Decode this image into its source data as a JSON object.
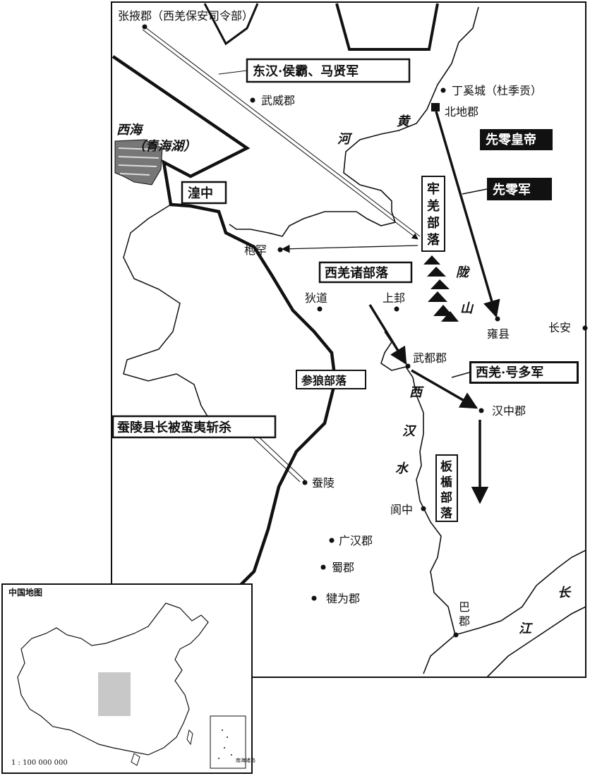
{
  "places": {
    "zhangye": "张掖郡（西羌保安司令部）",
    "wuwei": "武威郡",
    "dingxi_city": "丁奚城（杜季贡）",
    "beidi": "北地郡",
    "fuhan": "枹罕",
    "didao": "狄道",
    "shanggui": "上邽",
    "yongxian": "雍县",
    "changan": "长安",
    "wudu": "武都郡",
    "hanzhong": "汉中郡",
    "canling": "蚕陵",
    "langzhong": "阆中",
    "guanghan": "广汉郡",
    "shu": "蜀郡",
    "jianwei": "犍为郡",
    "ba": "巴郡"
  },
  "labels": {
    "east_han_army": "东汉·侯霸、马贤军",
    "xiling_emperor": "先零皇帝",
    "xiling_army": "先零军",
    "huangzhong": "湟中",
    "xiqiang_tribes": "西羌诸部落",
    "xiqiang_haoduo": "西羌·号多军",
    "canlang_tribe": "参狼部落",
    "canling_killed": "蚕陵县长被蛮夷斩杀",
    "hanqiang_tribe": [
      "牢",
      "羌",
      "部",
      "落"
    ],
    "banshun_tribe": [
      "板",
      "楯",
      "部",
      "落"
    ]
  },
  "geo": {
    "xihai": "西海",
    "qinghai_lake": "（青海湖）",
    "huang_he": [
      "黄",
      "河"
    ],
    "long_shan": [
      "陇",
      "山"
    ],
    "xi_han_shui": [
      "西",
      "汉",
      "水"
    ],
    "chang_jiang": [
      "长",
      "江"
    ]
  },
  "inset": {
    "title": "中国地图",
    "scale": "1 : 100 000 000",
    "south_sea": "南海诸岛"
  },
  "colors": {
    "ink": "#111111",
    "inset_highlight": "#c8c8c8",
    "lake_fill": "#777777"
  }
}
